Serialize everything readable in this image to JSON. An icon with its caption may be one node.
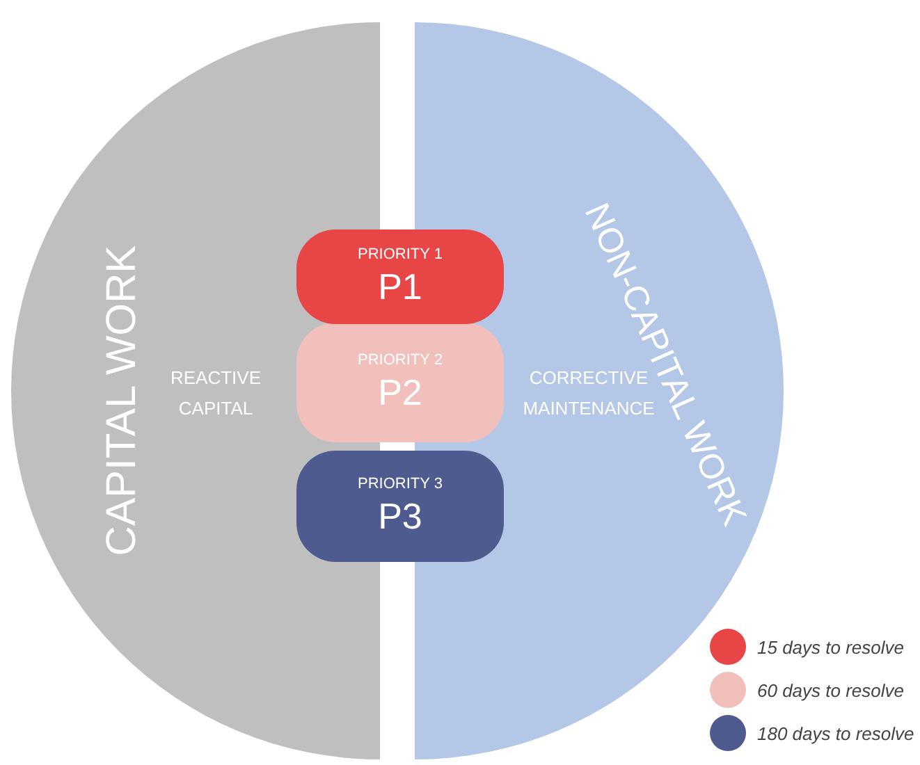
{
  "diagram": {
    "nodes": [
      {
        "text": [
          "CAPITAL WORK",
          "REACTIVE CAPITAL"
        ]
      },
      {
        "text": [
          "NON-CAPITAL WORK",
          "CORRECTIVE MAINTENANCE"
        ]
      },
      {
        "text": [
          "PRIORITY 1",
          "P1"
        ]
      },
      {
        "text": [
          "PRIORITY 2",
          "P2"
        ]
      },
      {
        "text": [
          "PRIORITY 3",
          "P3"
        ]
      }
    ],
    "edges": [],
    "legend": [
      {
        "text": "15 days to resolve",
        "color": "#e84547"
      },
      {
        "text": "60 days to resolve",
        "color": "#f2c0bc"
      },
      {
        "text": "180 days to resolve",
        "color": "#4f5b8f"
      }
    ]
  }
}
